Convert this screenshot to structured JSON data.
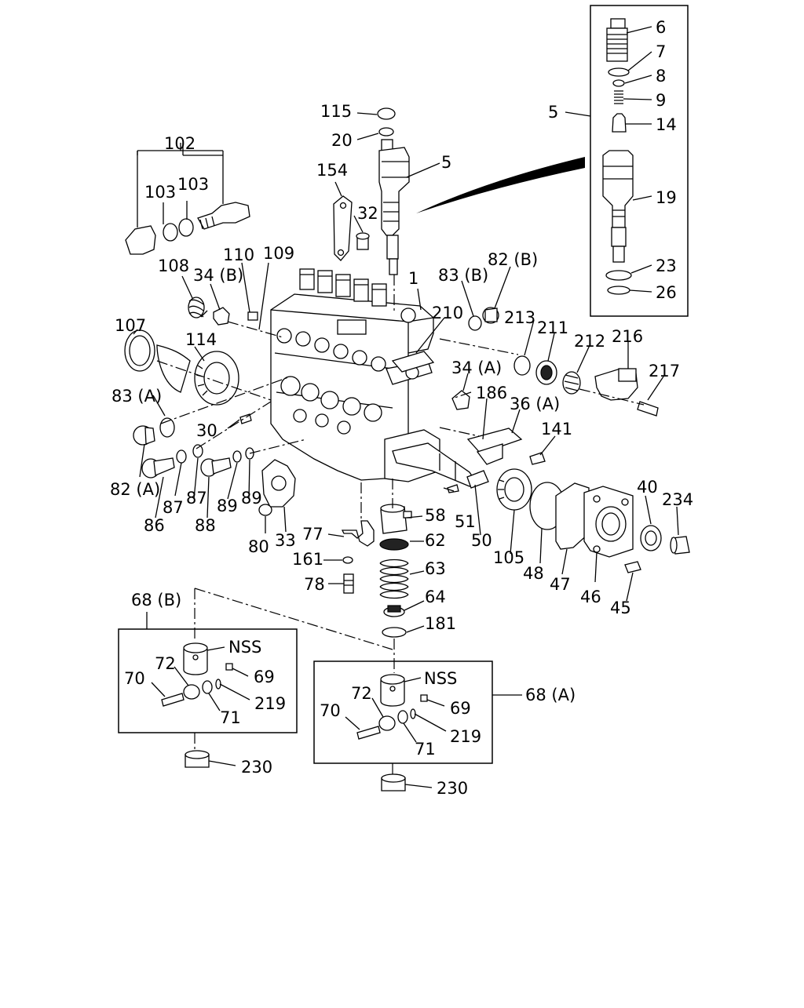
{
  "callouts": {
    "c1": "1",
    "c5_main": "5",
    "c5_box": "5",
    "c6": "6",
    "c7": "7",
    "c8": "8",
    "c9": "9",
    "c14": "14",
    "c19": "19",
    "c23": "23",
    "c26": "26",
    "c115": "115",
    "c20": "20",
    "c154": "154",
    "c32": "32",
    "c102": "102",
    "c103a": "103",
    "c103b": "103",
    "c108": "108",
    "c34b": "34 (B)",
    "c110": "110",
    "c109": "109",
    "c107": "107",
    "c114": "114",
    "c83a": "83 (A)",
    "c30": "30",
    "c82a": "82 (A)",
    "c86": "86",
    "c87a": "87",
    "c87b": "87",
    "c88": "88",
    "c89a": "89",
    "c89b": "89",
    "c80": "80",
    "c33": "33",
    "c77": "77",
    "c161": "161",
    "c78": "78",
    "c58": "58",
    "c62": "62",
    "c63": "63",
    "c64": "64",
    "c181": "181",
    "c51": "51",
    "c50": "50",
    "c105": "105",
    "c48": "48",
    "c47": "47",
    "c46": "46",
    "c45": "45",
    "c40": "40",
    "c234": "234",
    "c83b": "83 (B)",
    "c82b": "82 (B)",
    "c210": "210",
    "c213": "213",
    "c211": "211",
    "c212": "212",
    "c216": "216",
    "c217": "217",
    "c34a": "34 (A)",
    "c186": "186",
    "c36a": "36 (A)",
    "c141": "141",
    "c68b": "68 (B)",
    "c68a": "68 (A)",
    "nss_b": "NSS",
    "nss_a": "NSS",
    "c69b": "69",
    "c69a": "69",
    "c72b": "72",
    "c72a": "72",
    "c70b": "70",
    "c70a": "70",
    "c219b": "219",
    "c219a": "219",
    "c71b": "71",
    "c71a": "71",
    "c230b": "230",
    "c230a": "230"
  }
}
